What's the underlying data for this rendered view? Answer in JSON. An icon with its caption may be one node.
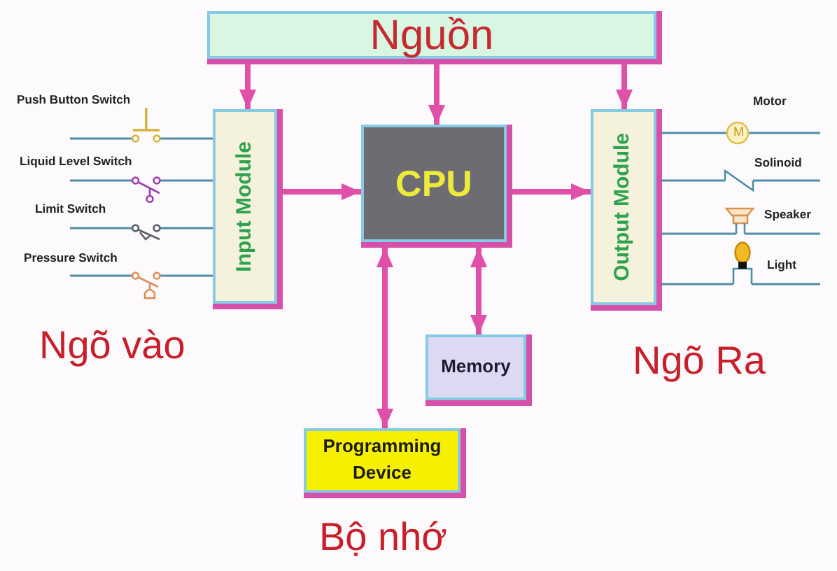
{
  "diagram": {
    "nodes": [
      {
        "text": [
          "Nguồn"
        ]
      },
      {
        "text": [
          "Input Module"
        ]
      },
      {
        "text": [
          "CPU"
        ]
      },
      {
        "text": [
          "Output Module"
        ]
      },
      {
        "text": [
          "Memory"
        ]
      },
      {
        "text": [
          "Programming Device"
        ]
      }
    ],
    "edges": [
      {
        "from": 0,
        "to": 1,
        "arrow": "to",
        "style": "thick",
        "color": "#e04fa8"
      },
      {
        "from": 0,
        "to": 2,
        "arrow": "to",
        "style": "thick",
        "color": "#e04fa8"
      },
      {
        "from": 0,
        "to": 3,
        "arrow": "to",
        "style": "thick",
        "color": "#e04fa8"
      },
      {
        "from": 1,
        "to": 2,
        "arrow": "to",
        "style": "thick",
        "color": "#e04fa8"
      },
      {
        "from": 2,
        "to": 3,
        "arrow": "to",
        "style": "thick",
        "color": "#e04fa8"
      },
      {
        "from": 2,
        "to": 4,
        "arrow": "both",
        "style": "thick",
        "color": "#e04fa8"
      },
      {
        "from": 2,
        "to": 5,
        "arrow": "both",
        "style": "thick",
        "color": "#e04fa8"
      },
      {
        "from": null,
        "to": 1,
        "arrow": "none"
      },
      {
        "from": null,
        "to": 1,
        "arrow": "none"
      },
      {
        "from": null,
        "to": 1,
        "arrow": "none"
      },
      {
        "from": null,
        "to": 1,
        "arrow": "none"
      },
      {
        "from": 3,
        "to": null,
        "arrow": "none"
      },
      {
        "from": 3,
        "to": null,
        "arrow": "none"
      },
      {
        "from": 3,
        "to": null,
        "arrow": "none"
      },
      {
        "from": 3,
        "to": null,
        "arrow": "none"
      }
    ],
    "labels": [
      "Push Button Switch",
      "Motor",
      "M",
      "Liquid Level Switch",
      "Solinoid",
      "Limit Switch",
      "Speaker",
      "Pressure Switch",
      "Light",
      "Ngõ vào",
      "Ngõ Ra",
      "Bộ nhớ"
    ]
  }
}
